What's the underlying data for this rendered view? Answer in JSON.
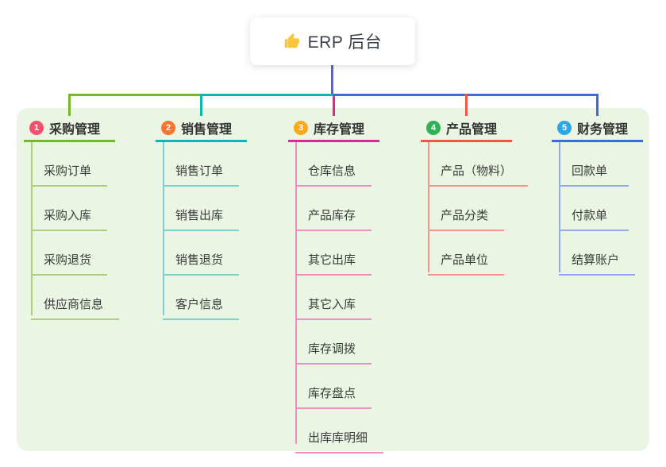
{
  "root": {
    "label": "ERP 后台",
    "icon": "thumbs-up-icon",
    "icon_color": "#F8C63A",
    "connector_color": "#5568CE"
  },
  "panel": {
    "bg_color": "#EAF6E3"
  },
  "branches": [
    {
      "num": "1",
      "title": "采购管理",
      "badge_color": "#F3516C",
      "line_color": "#76B72B",
      "light_line_color": "#AAD07D",
      "children": [
        "采购订单",
        "采购入库",
        "采购退货",
        "供应商信息"
      ]
    },
    {
      "num": "2",
      "title": "销售管理",
      "badge_color": "#F87431",
      "line_color": "#10B5B0",
      "light_line_color": "#7BD2CD",
      "children": [
        "销售订单",
        "销售出库",
        "销售退货",
        "客户信息"
      ]
    },
    {
      "num": "3",
      "title": "库存管理",
      "badge_color": "#FAA918",
      "line_color": "#E02790",
      "light_line_color": "#F18FC2",
      "children": [
        "仓库信息",
        "产品库存",
        "其它出库",
        "其它入库",
        "库存调拨",
        "库存盘点",
        "出库库明细"
      ]
    },
    {
      "num": "4",
      "title": "产品管理",
      "badge_color": "#30B156",
      "line_color": "#F5544C",
      "light_line_color": "#F9968F",
      "children": [
        "产品（物料）",
        "产品分类",
        "产品单位"
      ]
    },
    {
      "num": "5",
      "title": "财务管理",
      "badge_color": "#2BA7E8",
      "line_color": "#3D6BDD",
      "light_line_color": "#93A9E8",
      "children": [
        "回款单",
        "付款单",
        "结算账户"
      ]
    }
  ]
}
